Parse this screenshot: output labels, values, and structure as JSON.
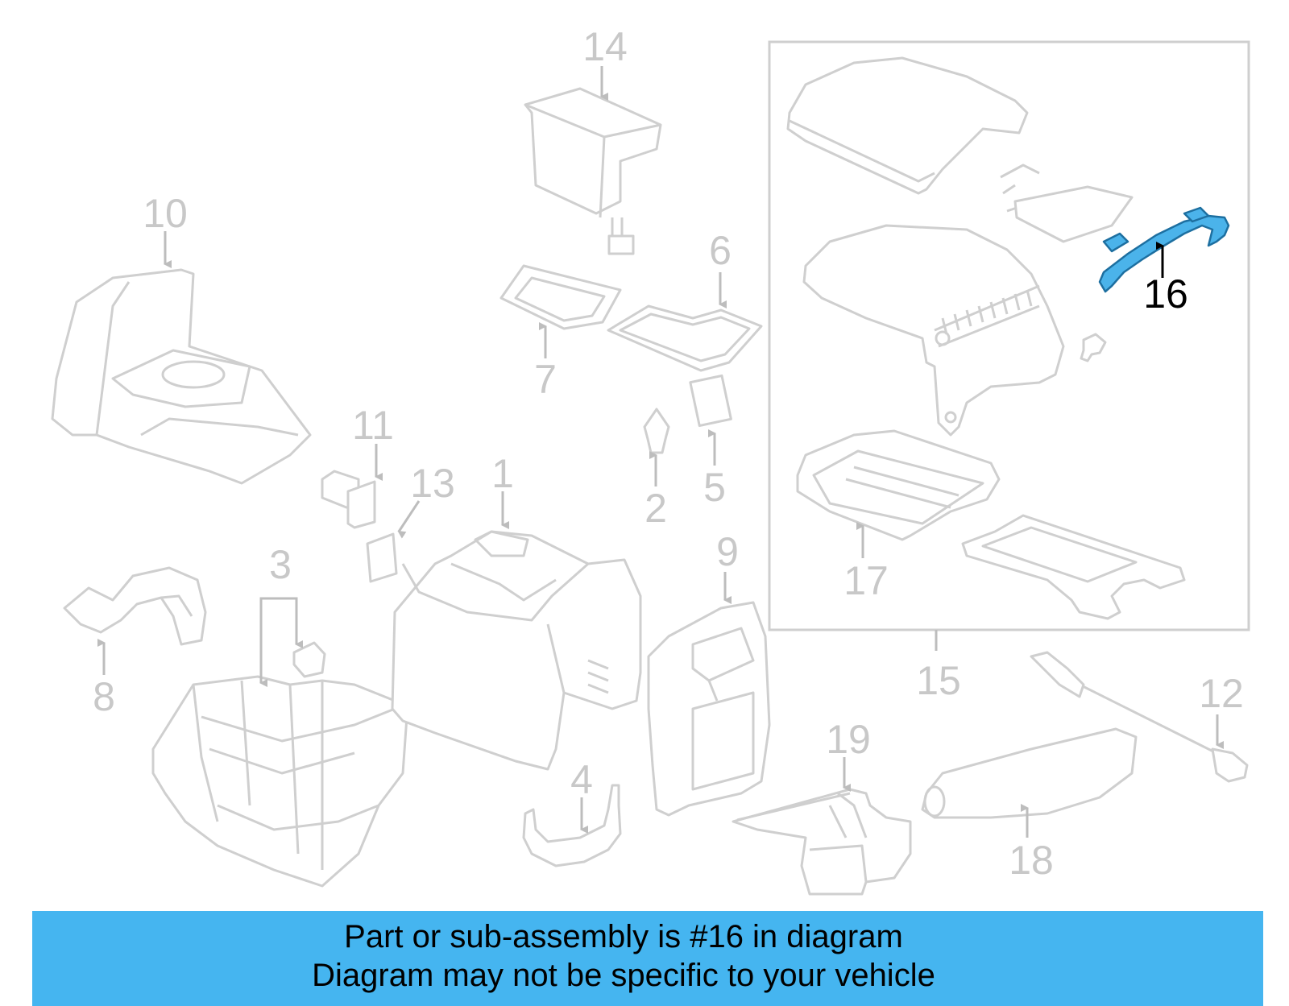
{
  "diagram": {
    "highlighted_part": "16",
    "callouts": [
      "1",
      "2",
      "3",
      "4",
      "5",
      "6",
      "7",
      "8",
      "9",
      "10",
      "11",
      "12",
      "13",
      "14",
      "15",
      "16",
      "17",
      "18",
      "19"
    ]
  },
  "banner": {
    "line1": "Part or sub-assembly is #16 in diagram",
    "line2": "Diagram may not be specific to your vehicle",
    "background": "#45b5f0"
  },
  "colors": {
    "part_lines": "#cfcfcf",
    "label_inactive": "#c8c8c8",
    "label_active": "#000000",
    "highlight": "#4bb3ea"
  }
}
